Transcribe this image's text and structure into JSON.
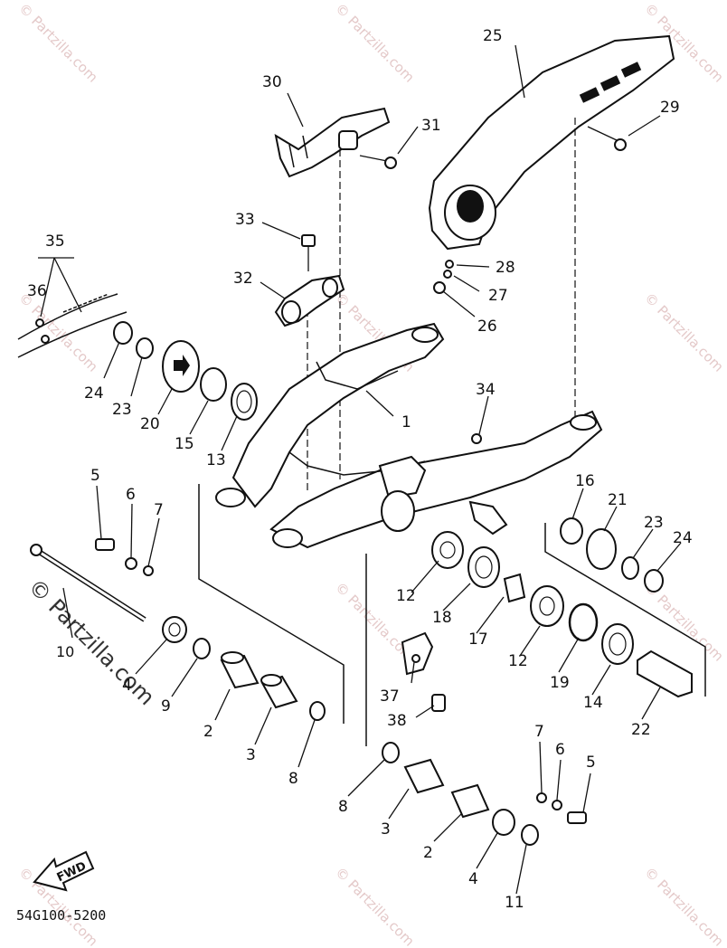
{
  "diagram_code": "54G100-5200",
  "fwd_label": "FWD",
  "watermark": "© Partzilla.com",
  "callouts": [
    "1",
    "2",
    "3",
    "4",
    "5",
    "6",
    "7",
    "8",
    "9",
    "10",
    "11",
    "12",
    "13",
    "14",
    "15",
    "16",
    "17",
    "18",
    "19",
    "20",
    "21",
    "22",
    "23",
    "24",
    "25",
    "26",
    "27",
    "28",
    "29",
    "30",
    "31",
    "32",
    "33",
    "34",
    "35",
    "36",
    "37",
    "38"
  ]
}
